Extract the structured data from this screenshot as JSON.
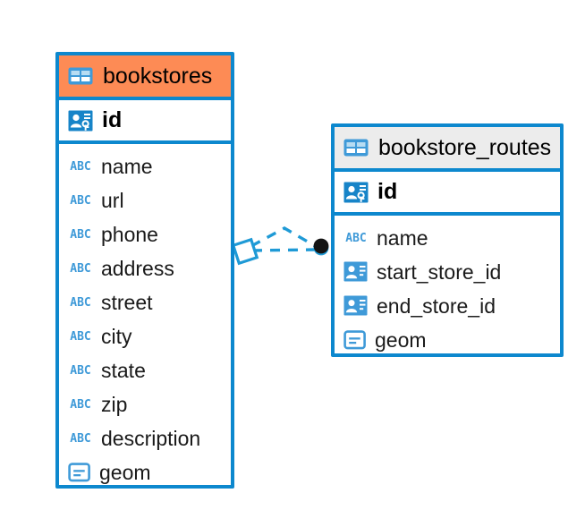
{
  "diagram": {
    "type": "entity-relationship-diagram",
    "colors": {
      "border": "#0d88ce",
      "header_accent": "#fd8b55",
      "header_neutral": "#ececec",
      "icon_blue": "#3f9ad8",
      "connector": "#1f9ad6",
      "endpoint": "#111111",
      "background": "#ffffff"
    },
    "entities": [
      {
        "name": "bookstores",
        "header_style": "accent",
        "table_icon": "table-icon",
        "primary_key": {
          "label": "id",
          "icon": "primary-key-icon"
        },
        "fields": [
          {
            "label": "name",
            "icon": "text-type-icon"
          },
          {
            "label": "url",
            "icon": "text-type-icon"
          },
          {
            "label": "phone",
            "icon": "text-type-icon"
          },
          {
            "label": "address",
            "icon": "text-type-icon"
          },
          {
            "label": "street",
            "icon": "text-type-icon"
          },
          {
            "label": "city",
            "icon": "text-type-icon"
          },
          {
            "label": "state",
            "icon": "text-type-icon"
          },
          {
            "label": "zip",
            "icon": "text-type-icon"
          },
          {
            "label": "description",
            "icon": "text-type-icon"
          },
          {
            "label": "geom",
            "icon": "geometry-type-icon"
          }
        ]
      },
      {
        "name": "bookstore_routes",
        "header_style": "neutral",
        "table_icon": "table-icon",
        "primary_key": {
          "label": "id",
          "icon": "primary-key-icon"
        },
        "fields": [
          {
            "label": "name",
            "icon": "text-type-icon"
          },
          {
            "label": "start_store_id",
            "icon": "foreign-key-icon"
          },
          {
            "label": "end_store_id",
            "icon": "foreign-key-icon"
          },
          {
            "label": "geom",
            "icon": "geometry-type-icon"
          }
        ]
      }
    ],
    "relationship": {
      "from": "bookstores",
      "to": "bookstore_routes",
      "line_style": "dashed",
      "source_marker": "diamond-marker",
      "target_marker": "filled-circle-marker"
    }
  }
}
